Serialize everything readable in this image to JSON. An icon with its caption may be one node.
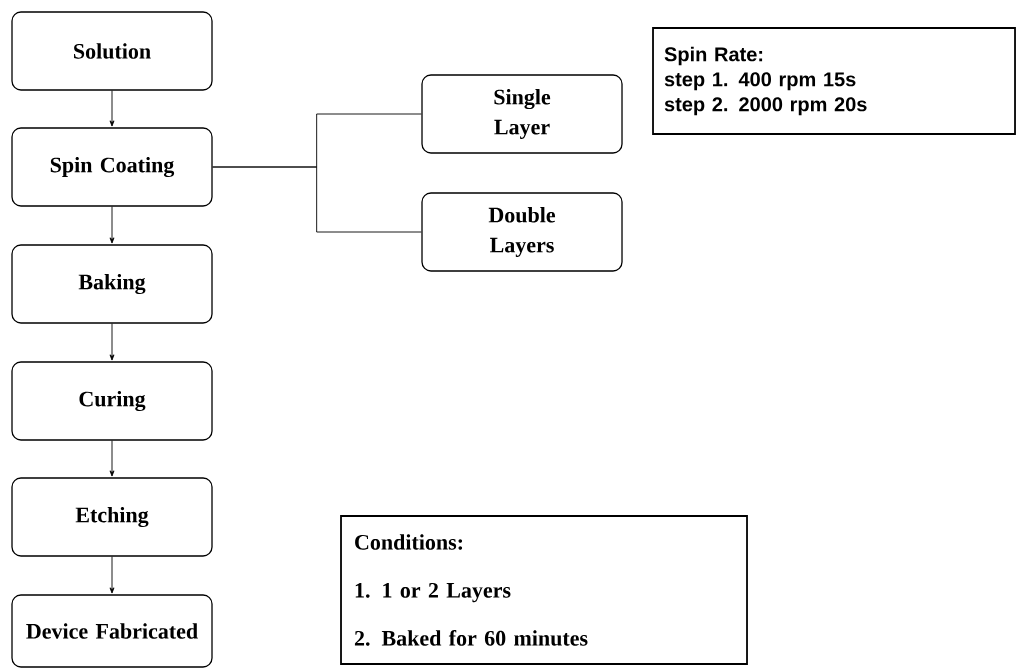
{
  "diagram": {
    "nodes": [
      {
        "text": [
          "Solution"
        ]
      },
      {
        "text": [
          "Spin Coating"
        ]
      },
      {
        "text": [
          "Baking"
        ]
      },
      {
        "text": [
          "Curing"
        ]
      },
      {
        "text": [
          "Etching"
        ]
      },
      {
        "text": [
          "Device Fabricated"
        ]
      },
      {
        "text": [
          "Single Layer"
        ]
      },
      {
        "text": [
          "Double Layers"
        ]
      },
      {
        "text": [
          "Spin Rate:",
          "step 1. 400 rpm 15s",
          "step 2. 2000 rpm 20s"
        ]
      },
      {
        "text": [
          "Conditions:",
          "1. 1 or 2 Layers",
          "2. Baked for 60 minutes"
        ]
      }
    ],
    "edges": [
      {
        "from": 0,
        "to": 1,
        "arrow": "to"
      },
      {
        "from": 1,
        "to": 2,
        "arrow": "to"
      },
      {
        "from": 2,
        "to": 3,
        "arrow": "to"
      },
      {
        "from": 3,
        "to": 4,
        "arrow": "to"
      },
      {
        "from": 4,
        "to": 5,
        "arrow": "to"
      },
      {
        "from": 1,
        "to": 6,
        "arrow": "none"
      },
      {
        "from": 1,
        "to": 7,
        "arrow": "none"
      }
    ]
  }
}
